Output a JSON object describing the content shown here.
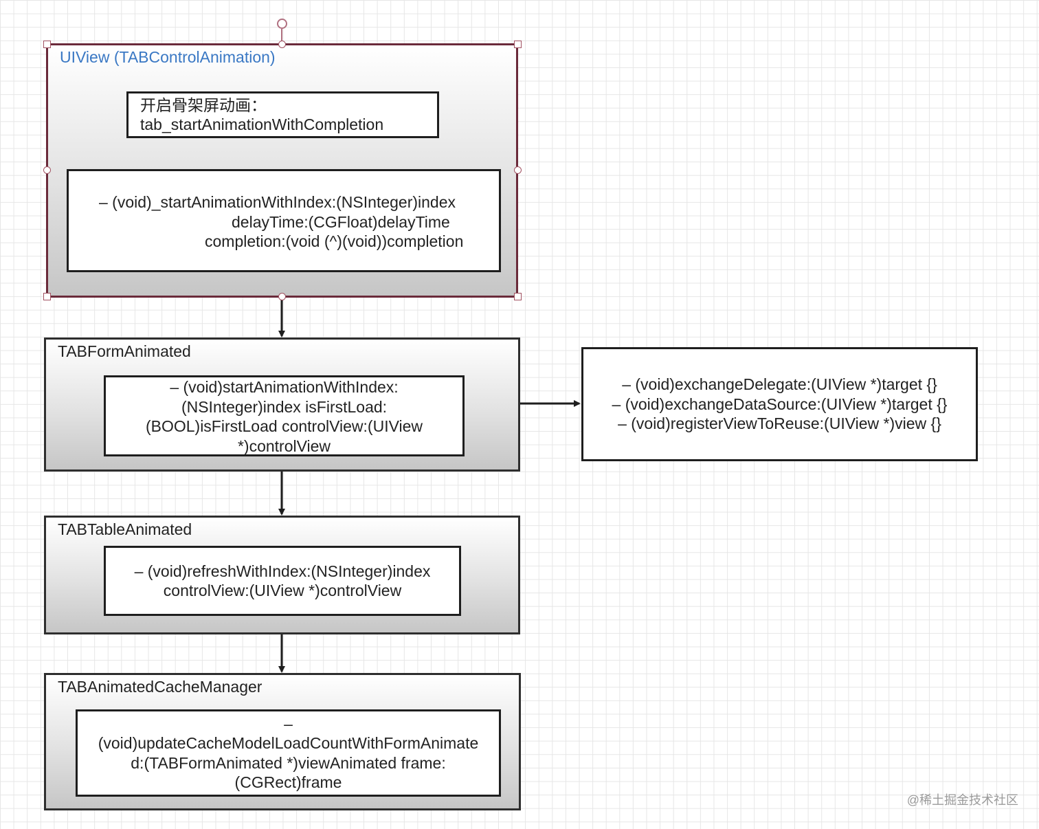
{
  "groups": {
    "uiview": {
      "title": "UIView (TABControlAnimation)",
      "start_box": [
        "开启骨架屏动画：",
        "tab_startAnimationWithCompletion"
      ],
      "method_box": [
        "– (void)_startAnimationWithIndex:(NSInteger)index",
        "delayTime:(CGFloat)delayTime",
        "completion:(void (^)(void))completion"
      ]
    },
    "form": {
      "title": "TABFormAnimated",
      "method_box": [
        "– (void)startAnimationWithIndex:",
        "(NSInteger)index isFirstLoad:",
        "(BOOL)isFirstLoad controlView:(UIView",
        "*)controlView"
      ]
    },
    "table": {
      "title": "TABTableAnimated",
      "method_box": [
        "– (void)refreshWithIndex:(NSInteger)index",
        "controlView:(UIView *)controlView"
      ]
    },
    "cache": {
      "title": "TABAnimatedCacheManager",
      "method_box": [
        "–",
        "(void)updateCacheModelLoadCountWithFormAnimate",
        "d:(TABFormAnimated *)viewAnimated frame:",
        "(CGRect)frame"
      ]
    }
  },
  "side_box": [
    "– (void)exchangeDelegate:(UIView *)target {}",
    "– (void)exchangeDataSource:(UIView *)target {}",
    "– (void)registerViewToReuse:(UIView *)view {}"
  ],
  "watermark": "@稀土掘金技术社区",
  "colors": {
    "title_blue": "#3a78c4",
    "selection": "#a05060",
    "border": "#2e2e2e"
  }
}
